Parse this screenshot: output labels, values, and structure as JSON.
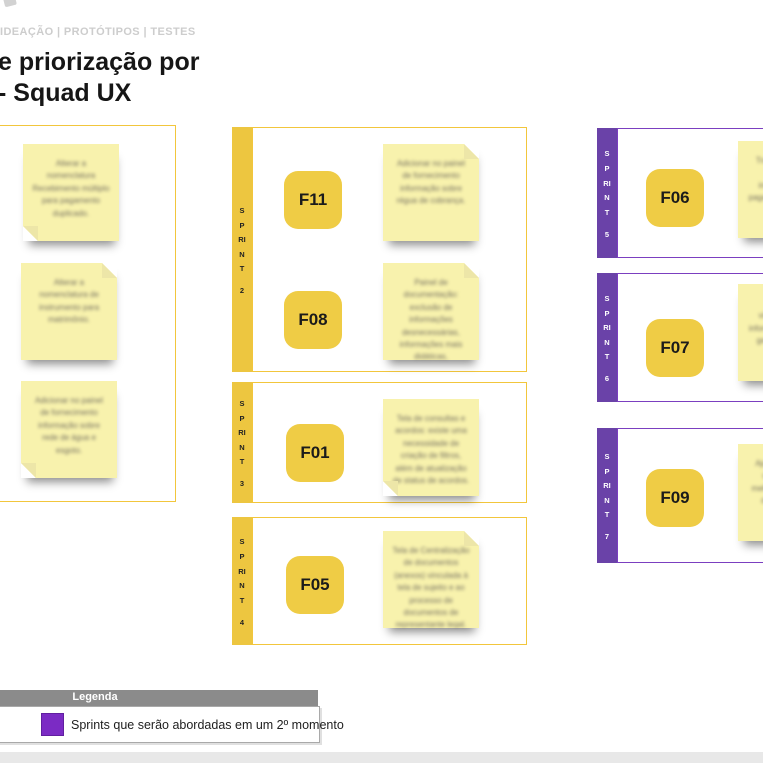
{
  "page": {
    "nav": "IDEAÇÃO | PROTÓTIPOS | TESTES",
    "title_line1": "e priorização por",
    "title_line2": "- Squad UX"
  },
  "backlog": {
    "notes": [
      "Alterar a nomenclatura Recebimento múltiplo para pagamento duplicado.",
      "Alterar a nomenclatura de instrumento para matrimônio.",
      "Adicionar no painel de fornecimento informação sobre rede de água e esgoto."
    ]
  },
  "sprints": [
    {
      "label": "SPRINT",
      "number": "2",
      "features": [
        "F11",
        "F08"
      ],
      "notes": [
        "Adicionar no painel de fornecimento informação sobre régua de cobrança.",
        "Painel de documentação: exclusão de informações desnecessárias, informações mais didáticas, reorganização do painel."
      ]
    },
    {
      "label": "SPRINT",
      "number": "3",
      "features": [
        "F01"
      ],
      "notes": [
        "Tela de consultas e acordos: existe uma necessidade de criação de filtros, além de atualização de status de acordos."
      ]
    },
    {
      "label": "SPRINT",
      "number": "4",
      "features": [
        "F05"
      ],
      "notes": [
        "Tela de Centralização de documentos (anexos) vinculada à tela de sujeito e ao processo de documentos de representante legal."
      ]
    },
    {
      "label": "SPRINT",
      "number": "5",
      "features": [
        "F06"
      ],
      "notes": [
        "Trazer alertas de débitos e informações de pagamento no painel do cliente."
      ]
    },
    {
      "label": "SPRINT",
      "number": "6",
      "features": [
        "F07"
      ],
      "notes": [
        "Melhorar a visualização de informações e dados gerais do painel."
      ]
    },
    {
      "label": "SPRINT",
      "number": "7",
      "features": [
        "F09"
      ],
      "notes": [
        "Ajustes gerais de usabilidade e melhorias nas telas de processos."
      ]
    }
  ],
  "legend": {
    "header": "Legenda",
    "item": "Sprints que serão abordadas em um 2º momento"
  },
  "colors": {
    "sprint_yellow": "#EDC640",
    "yellow_border": "#F2C63C",
    "feature_yellow": "#EFCC45",
    "note_yellow": "#F8F2AD",
    "sprint_purple": "#6A42A8",
    "purple_border": "#7B3FC0",
    "legend_purple": "#7B2BC4",
    "legend_header_bg": "#8B8B8B"
  }
}
